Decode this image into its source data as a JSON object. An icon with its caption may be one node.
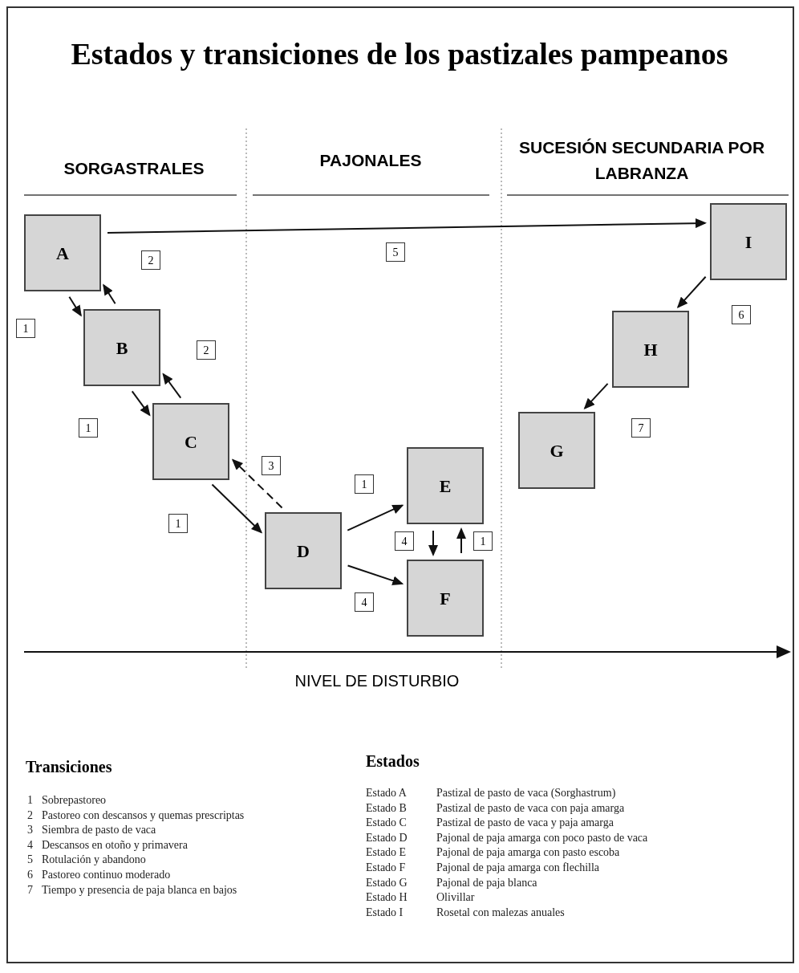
{
  "diagram": {
    "title": "Estados y transiciones de los pastizales pampeanos",
    "nodes": [
      {
        "text": [
          "A"
        ]
      },
      {
        "text": [
          "B"
        ]
      },
      {
        "text": [
          "C"
        ]
      },
      {
        "text": [
          "D"
        ]
      },
      {
        "text": [
          "E"
        ]
      },
      {
        "text": [
          "F"
        ]
      },
      {
        "text": [
          "G"
        ]
      },
      {
        "text": [
          "H"
        ]
      },
      {
        "text": [
          "I"
        ]
      }
    ],
    "edges": [
      {
        "from": 0,
        "to": 1,
        "arrow": "to",
        "label": "1"
      },
      {
        "from": 1,
        "to": 0,
        "arrow": "to",
        "label": "2"
      },
      {
        "from": 1,
        "to": 2,
        "arrow": "to",
        "label": "1"
      },
      {
        "from": 2,
        "to": 1,
        "arrow": "to",
        "label": "2"
      },
      {
        "from": 2,
        "to": 3,
        "arrow": "to",
        "label": "1"
      },
      {
        "from": 3,
        "to": 2,
        "arrow": "to",
        "label": "3",
        "style": "dashed"
      },
      {
        "from": 0,
        "to": 8,
        "arrow": "to",
        "label": "5"
      },
      {
        "from": 3,
        "to": 4,
        "arrow": "to",
        "label": "1"
      },
      {
        "from": 3,
        "to": 5,
        "arrow": "to",
        "label": "4"
      },
      {
        "from": 4,
        "to": 5,
        "arrow": "to",
        "label": "4"
      },
      {
        "from": 5,
        "to": 4,
        "arrow": "to",
        "label": "1"
      },
      {
        "from": 8,
        "to": 7,
        "arrow": "to",
        "label": "6"
      },
      {
        "from": 7,
        "to": 6,
        "arrow": "to",
        "label": "7"
      }
    ],
    "labels": [
      "SORGASTRALES",
      "PAJONALES",
      "SUCESIÓN SECUNDARIA POR LABRANZA",
      "NIVEL DE DISTURBIO",
      "Transiciones",
      "1",
      "Sobrepastoreo",
      "2",
      "Pastoreo con descansos y quemas prescriptas",
      "3",
      "Siembra de pasto de vaca",
      "4",
      "Descansos en otoño y primavera",
      "5",
      "Rotulación y abandono",
      "6",
      "Pastoreo continuo moderado",
      "7",
      "Tiempo y presencia de paja blanca en bajos",
      "Estados",
      "Estado A",
      "Pastizal de pasto de vaca (Sorghastrum)",
      "Estado B",
      "Pastizal de pasto de vaca con paja amarga",
      "Estado C",
      "Pastizal de pasto de vaca y paja amarga",
      "Estado D",
      "Pajonal de paja amarga con poco pasto de vaca",
      "Estado E",
      "Pajonal de paja amarga con pasto escoba",
      "Estado F",
      "Pajonal de paja amarga con flechilla",
      "Estado G",
      "Pajonal de paja blanca",
      "Estado H",
      "Olivillar",
      "Estado I",
      "Rosetal con malezas anuales"
    ]
  }
}
